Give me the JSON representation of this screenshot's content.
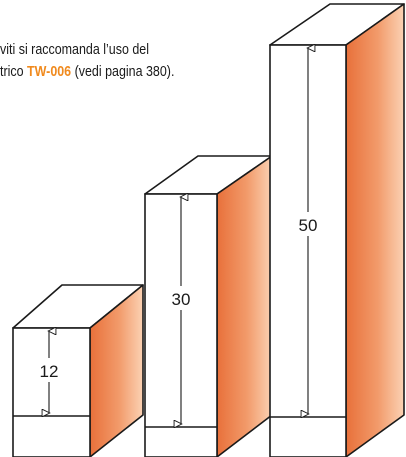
{
  "caption": {
    "line1": "viti si raccomanda l’uso del",
    "line2_pre": "trico ",
    "line2_link": "TW-006",
    "line2_post": " (vedi pagina 380)."
  },
  "blocks": [
    {
      "label": "12"
    },
    {
      "label": "30"
    },
    {
      "label": "50"
    }
  ],
  "colors": {
    "accent": "#f08a1e",
    "face_dark": "#e8703a",
    "face_light": "#fbd2b4",
    "stroke": "#1a1a1a"
  }
}
